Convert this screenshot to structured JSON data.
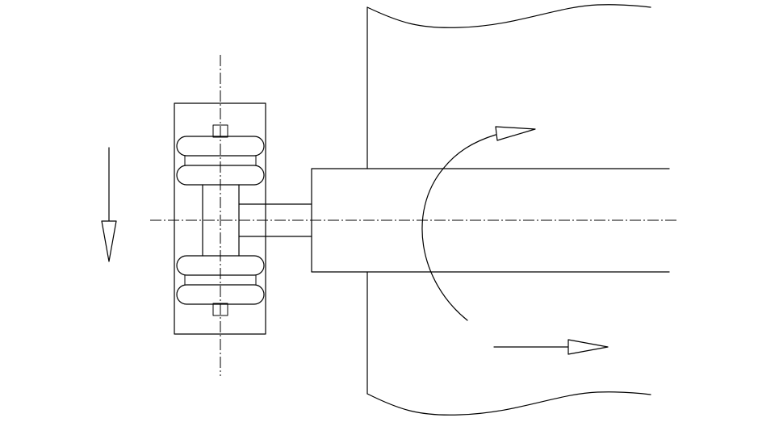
{
  "diagram": {
    "type": "mechanical-schematic",
    "colors": {
      "line": "#000000",
      "background": "#ffffff"
    },
    "parts": [
      "plate",
      "roller-bearing-assembly",
      "connecting-shaft",
      "main-shaft",
      "center-lines",
      "feed-arrow-down",
      "rotation-arrow",
      "feed-arrow-right"
    ]
  }
}
